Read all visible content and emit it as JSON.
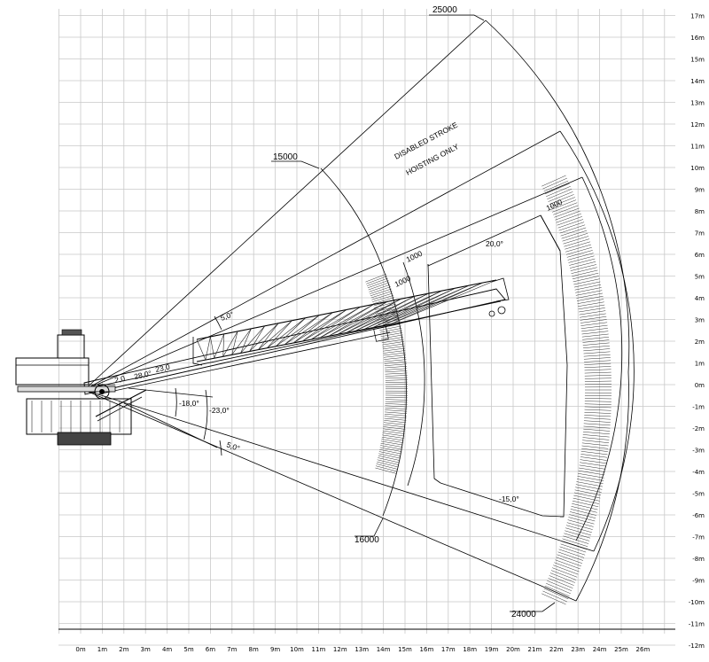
{
  "x_axis": {
    "labels": [
      "0m",
      "1m",
      "2m",
      "3m",
      "4m",
      "5m",
      "6m",
      "7m",
      "8m",
      "9m",
      "10m",
      "11m",
      "12m",
      "13m",
      "14m",
      "15m",
      "16m",
      "17m",
      "18m",
      "19m",
      "20m",
      "21m",
      "22m",
      "23m",
      "24m",
      "25m",
      "26m"
    ]
  },
  "y_axis": {
    "labels": [
      "17m",
      "16m",
      "15m",
      "14m",
      "13m",
      "12m",
      "11m",
      "10m",
      "9m",
      "8m",
      "7m",
      "6m",
      "5m",
      "4m",
      "3m",
      "2m",
      "1m",
      "0m",
      "-1m",
      "-2m",
      "-3m",
      "-4m",
      "-5m",
      "-6m",
      "-7m",
      "-8m",
      "-9m",
      "-10m",
      "-11m",
      "-12m"
    ]
  },
  "dimensions": {
    "d25000": "25000",
    "d15000": "15000",
    "d16000": "16000",
    "d24000": "24000",
    "d1000_a": "1000",
    "d1000_b": "1000",
    "d1000_c": "1000"
  },
  "angles": {
    "a5_top": "5,0°",
    "a20": "20,0°",
    "a28": "28,0°",
    "a23_top": "23,0",
    "a2": "2,0",
    "a18": "-18,0°",
    "a23_neg": "-23,0°",
    "a5_bottom": "5,0°",
    "a15": "-15,0°"
  },
  "notes": {
    "line1": "DISABLED STROKE",
    "line2": "HOISTING ONLY"
  }
}
